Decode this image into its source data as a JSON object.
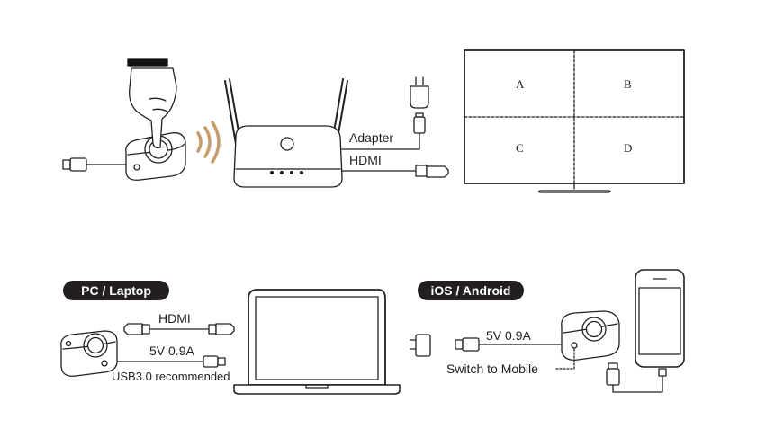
{
  "top": {
    "adapter_label": "Adapter",
    "hdmi_label": "HDMI",
    "screen_quadrants": [
      "A",
      "B",
      "C",
      "D"
    ]
  },
  "pc_section": {
    "badge": "PC / Laptop",
    "hdmi_label": "HDMI",
    "power_label": "5V 0.9A",
    "usb_note": "USB3.0 recommended"
  },
  "mobile_section": {
    "badge": "iOS / Android",
    "power_label": "5V 0.9A",
    "switch_label": "Switch to Mobile"
  },
  "colors": {
    "line": "#231f20",
    "signal": "#c69c6d",
    "hand": "#111111"
  }
}
